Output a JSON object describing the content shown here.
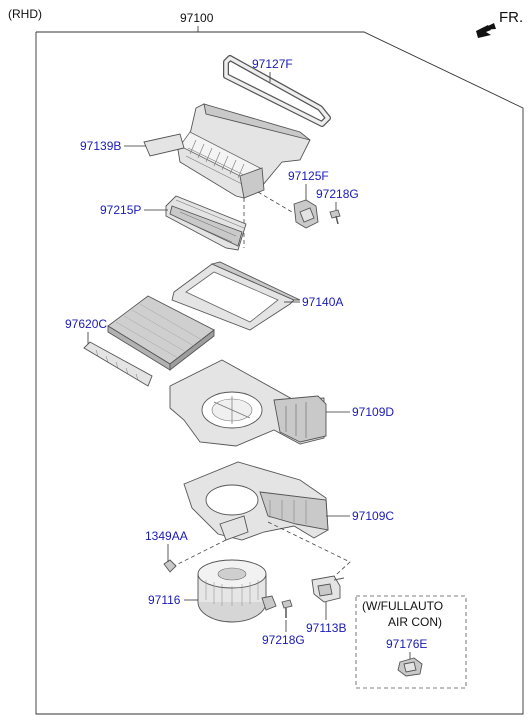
{
  "variant": "(RHD)",
  "assembly_number": "97100",
  "direction": {
    "label": "FR.",
    "icon": "front-arrow-icon"
  },
  "parts": [
    {
      "id": "97127F"
    },
    {
      "id": "97139B"
    },
    {
      "id": "97125F"
    },
    {
      "id": "97218G"
    },
    {
      "id": "97215P"
    },
    {
      "id": "97140A"
    },
    {
      "id": "97620C"
    },
    {
      "id": "97109D"
    },
    {
      "id": "97109C"
    },
    {
      "id": "1349AA"
    },
    {
      "id": "97116"
    },
    {
      "id": "97218G"
    },
    {
      "id": "97113B"
    },
    {
      "id": "97176E"
    }
  ],
  "option_box": {
    "line1": "(W/FULLAUTO",
    "line2": "AIR CON)"
  }
}
